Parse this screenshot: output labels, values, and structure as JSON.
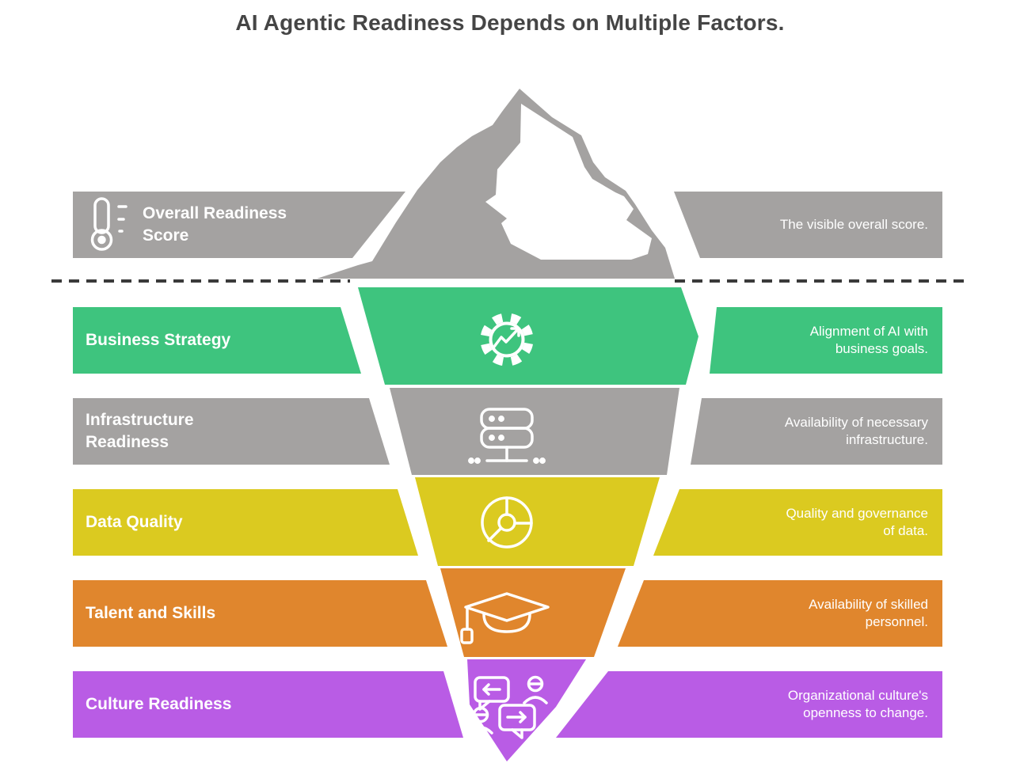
{
  "title": "AI Agentic Readiness Depends on Multiple Factors.",
  "colors": {
    "title_text": "#454545",
    "gray": "#a4a2a1",
    "green": "#3ec47e",
    "yellow": "#dbca20",
    "orange": "#e0862d",
    "purple": "#b95ce5",
    "waterline": "#3a3a3a",
    "band_text": "#ffffff"
  },
  "rows": [
    {
      "label": "Overall Readiness Score",
      "desc": "The visible overall score.",
      "color": "#a4a2a1",
      "icon": "thermometer-icon",
      "zone": "above-waterline"
    },
    {
      "label": "Business Strategy",
      "desc": "Alignment of AI with business goals.",
      "color": "#3ec47e",
      "icon": "gear-chart-icon",
      "zone": "below-waterline"
    },
    {
      "label": "Infrastructure Readiness",
      "desc": "Availability of necessary infrastructure.",
      "color": "#a4a2a1",
      "icon": "server-icon",
      "zone": "below-waterline"
    },
    {
      "label": "Data Quality",
      "desc": "Quality and governance of data.",
      "color": "#dbca20",
      "icon": "pie-chart-icon",
      "zone": "below-waterline"
    },
    {
      "label": "Talent and Skills",
      "desc": "Availability of skilled personnel.",
      "color": "#e0862d",
      "icon": "graduation-cap-icon",
      "zone": "below-waterline"
    },
    {
      "label": "Culture Readiness",
      "desc": "Organizational culture's openness to change.",
      "color": "#b95ce5",
      "icon": "chat-people-icon",
      "zone": "below-waterline"
    }
  ]
}
